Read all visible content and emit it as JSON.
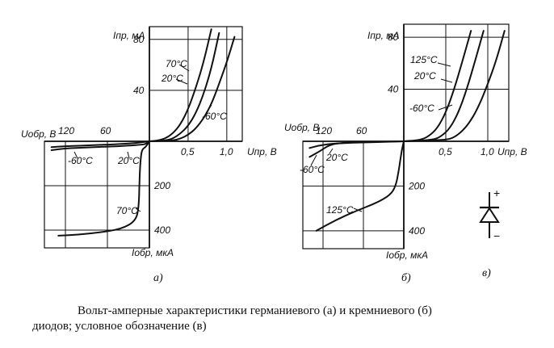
{
  "colors": {
    "ink": "#111111",
    "paper": "#ffffff"
  },
  "chart_data": [
    {
      "type": "line",
      "panel_label": "а)",
      "xlabel_forward": "Uпр, В",
      "xlabel_reverse": "Uобр, В",
      "ylabel_forward": "Iпр, мА",
      "ylabel_reverse": "Iобр, мкА",
      "forward_x_ticks": [
        "0,5",
        "1,0"
      ],
      "forward_y_ticks": [
        "40",
        "80"
      ],
      "reverse_x_ticks": [
        "60",
        "120"
      ],
      "reverse_y_ticks": [
        "200",
        "400"
      ],
      "xlim_forward": [
        0,
        1.2
      ],
      "ylim_forward": [
        0,
        90
      ],
      "xlim_reverse": [
        0,
        150
      ],
      "ylim_reverse": [
        0,
        480
      ],
      "series": [
        {
          "name": "70°С",
          "region": "forward",
          "x": [
            0,
            0.1,
            0.2,
            0.3,
            0.4,
            0.5,
            0.6,
            0.7,
            0.8
          ],
          "y": [
            0,
            0.5,
            2,
            6,
            13,
            25,
            42,
            62,
            88
          ]
        },
        {
          "name": "20°С",
          "region": "forward",
          "x": [
            0,
            0.2,
            0.3,
            0.4,
            0.5,
            0.6,
            0.7,
            0.8,
            0.9
          ],
          "y": [
            0,
            0.5,
            2,
            6,
            12,
            22,
            37,
            57,
            85
          ]
        },
        {
          "name": "-60°С",
          "region": "forward",
          "x": [
            0,
            0.3,
            0.4,
            0.5,
            0.6,
            0.7,
            0.8,
            0.9,
            1.0,
            1.1
          ],
          "y": [
            0,
            0.5,
            2,
            5,
            10,
            18,
            29,
            45,
            62,
            82
          ]
        },
        {
          "name": "-60°С",
          "region": "reverse",
          "x": [
            0,
            20,
            40,
            60,
            80,
            100,
            120,
            140
          ],
          "y": [
            0,
            8,
            12,
            15,
            17,
            20,
            22,
            26
          ]
        },
        {
          "name": "20°С",
          "region": "reverse",
          "x": [
            0,
            5,
            10,
            30,
            60,
            90,
            120,
            140
          ],
          "y": [
            0,
            12,
            15,
            20,
            24,
            28,
            32,
            40
          ]
        },
        {
          "name": "70°С",
          "region": "reverse",
          "x": [
            0,
            5,
            10,
            12,
            14,
            15,
            20,
            40,
            70,
            100,
            130
          ],
          "y": [
            0,
            25,
            35,
            60,
            150,
            300,
            360,
            395,
            410,
            420,
            425
          ]
        }
      ]
    },
    {
      "type": "line",
      "panel_label": "б)",
      "xlabel_forward": "Uпр, В",
      "xlabel_reverse": "Uобр, В",
      "ylabel_forward": "Iпр, мА",
      "ylabel_reverse": "Iобр, мкА",
      "forward_x_ticks": [
        "0,5",
        "1,0"
      ],
      "forward_y_ticks": [
        "40",
        "80"
      ],
      "reverse_x_ticks": [
        "60",
        "120"
      ],
      "reverse_y_ticks": [
        "200",
        "400"
      ],
      "xlim_forward": [
        0,
        1.25
      ],
      "ylim_forward": [
        0,
        90
      ],
      "xlim_reverse": [
        0,
        150
      ],
      "ylim_reverse": [
        0,
        480
      ],
      "series": [
        {
          "name": "125°С",
          "region": "forward",
          "x": [
            0,
            0.2,
            0.3,
            0.4,
            0.5,
            0.6,
            0.7,
            0.8
          ],
          "y": [
            0,
            1,
            4,
            10,
            22,
            40,
            62,
            85
          ]
        },
        {
          "name": "20°С",
          "region": "forward",
          "x": [
            0,
            0.35,
            0.45,
            0.55,
            0.65,
            0.75,
            0.85,
            0.95
          ],
          "y": [
            0,
            1,
            4,
            10,
            22,
            40,
            62,
            85
          ]
        },
        {
          "name": "-60°С",
          "region": "forward",
          "x": [
            0,
            0.5,
            0.6,
            0.7,
            0.8,
            0.9,
            1.0,
            1.1,
            1.2
          ],
          "y": [
            0,
            1,
            3,
            8,
            16,
            28,
            44,
            62,
            85
          ]
        },
        {
          "name": "-60°С",
          "region": "reverse",
          "x": [
            0,
            30,
            60,
            90,
            110,
            125,
            140
          ],
          "y": [
            0,
            2,
            4,
            6,
            15,
            45,
            70
          ]
        },
        {
          "name": "20°С",
          "region": "reverse",
          "x": [
            0,
            30,
            60,
            90,
            110,
            125,
            140
          ],
          "y": [
            0,
            3,
            5,
            8,
            12,
            18,
            30
          ]
        },
        {
          "name": "125°С",
          "region": "reverse",
          "x": [
            0,
            3,
            5,
            8,
            12,
            20,
            40,
            70,
            100,
            130
          ],
          "y": [
            0,
            40,
            80,
            140,
            200,
            240,
            275,
            310,
            350,
            400
          ]
        }
      ]
    }
  ],
  "symbol": {
    "panel_label": "в)",
    "plus": "+",
    "minus": "−"
  },
  "caption": {
    "line1": "Вольт-амперные характеристики германиевого (а) и кремниевого (б)",
    "line2": "диодов; условное обозначение (в)"
  }
}
